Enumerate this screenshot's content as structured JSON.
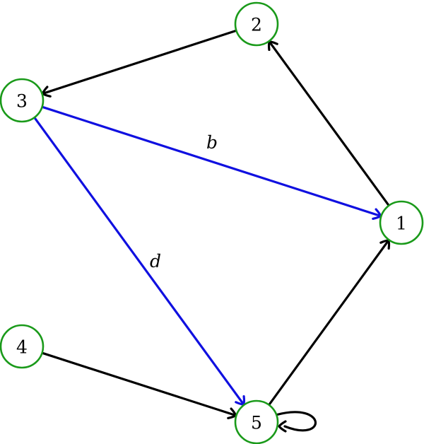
{
  "graph": {
    "node_color": "#1a9a1a",
    "nodes": [
      {
        "id": "1",
        "label": "1"
      },
      {
        "id": "2",
        "label": "2"
      },
      {
        "id": "3",
        "label": "3"
      },
      {
        "id": "4",
        "label": "4"
      },
      {
        "id": "5",
        "label": "5"
      }
    ],
    "edges": [
      {
        "from": "1",
        "to": "2",
        "label": "",
        "color": "#000000"
      },
      {
        "from": "2",
        "to": "3",
        "label": "",
        "color": "#000000"
      },
      {
        "from": "3",
        "to": "1",
        "label": "b",
        "color": "#1010e0"
      },
      {
        "from": "3",
        "to": "5",
        "label": "d",
        "color": "#1010e0"
      },
      {
        "from": "4",
        "to": "5",
        "label": "",
        "color": "#000000"
      },
      {
        "from": "5",
        "to": "1",
        "label": "",
        "color": "#000000"
      },
      {
        "from": "5",
        "to": "5",
        "label": "",
        "color": "#000000"
      }
    ]
  }
}
